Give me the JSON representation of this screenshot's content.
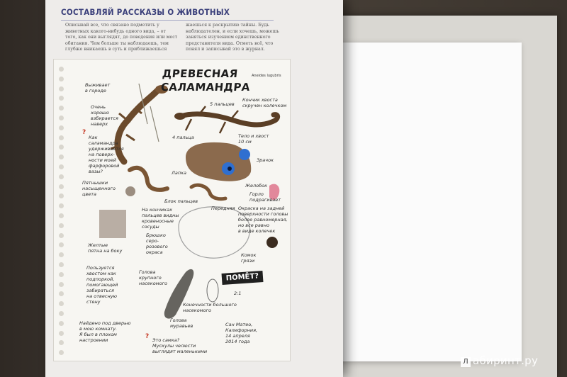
{
  "book": {
    "header": "СОСТАВЛЯЙ РАССКАЗЫ О ЖИВОТНЫХ",
    "intro_left": "Описывай все, что связано подметить у животных какого-нибудь одного вида, – от того, как они выглядят, до поведения или мест обитания. Чем больше ты наблюдаешь, тем глубже вникаешь в суть и приближаешься",
    "intro_right": "жаешься к раскрытию тайны. Будь наблюдателен, и если хочешь, можешь заняться изучением единственного представителя вида. Отметь всё, что понял и записывай это в журнал."
  },
  "notebook": {
    "title_line1": "ДРЕВЕСНАЯ",
    "title_line2": "САЛАМАНДРА",
    "author": "Aneides lugubris",
    "notes": {
      "survives": "Выживает\nв городе",
      "climbs": "Очень\nхорошо\nвзбирается\nнаверх",
      "question1": "Как\nсаламандра\nудерживается\nна поверх-\nности моей\nфарфоровой\nвазы?",
      "fingers5": "5 пальцев",
      "tail_tip": "Кончик хвоста\nскручен колечком",
      "fingers4": "4 пальца",
      "body_tail": "Тело и хвост\n10 см",
      "pupil": "Зрачок",
      "paw": "Лапка",
      "spots": "Пятнышки\nнасыщенного\nцвета",
      "pads": "Блок пальцев",
      "yellow_eye": "Желобок",
      "throat": "Горло\nподрагивает",
      "toe_tips": "На кончиках\nпальцев видны\nкровеносные\nсосуды",
      "front": "Передняя",
      "head_color": "Окраска на задней\nповерхности головы\nболее равномерная,\nно все равно\nв виде колечек",
      "belly": "Брюшко\nсеро-\nрозового\nокраса",
      "side_spots": "Желтые\nпятна на боку",
      "dirt": "Комок\nгрязи",
      "tail_use": "Пользуется\nхвостом как\nподпоркой,\nпомогающей\nзабираться\nна отвесную\nстену",
      "large_insect": "Голова\nкрупного\nнасекомого",
      "limbs": "Конечности большого\nнасекомого",
      "ants": "Голова\nмуравьев",
      "found": "Найдено под дверью\nв мою комнату.\nЯ был в плохом\nнастроении",
      "question2": "Это самка?\nМускулы челюсти\nвыглядят маленькими",
      "place_date": "Сан Матео,\nКалифорния,\n14 апреля\n2014 года",
      "ratio": "2:1"
    },
    "question_mark": "?",
    "stamp": "ПОМЁТ?"
  },
  "watermark": {
    "icon": "Л",
    "text": "абиринт.ру"
  },
  "colors": {
    "header_blue": "#3a3f7a",
    "question_red": "#c63b28",
    "salamander_brown": "#6b4a2c",
    "eye_blue": "#2f6fd0"
  }
}
